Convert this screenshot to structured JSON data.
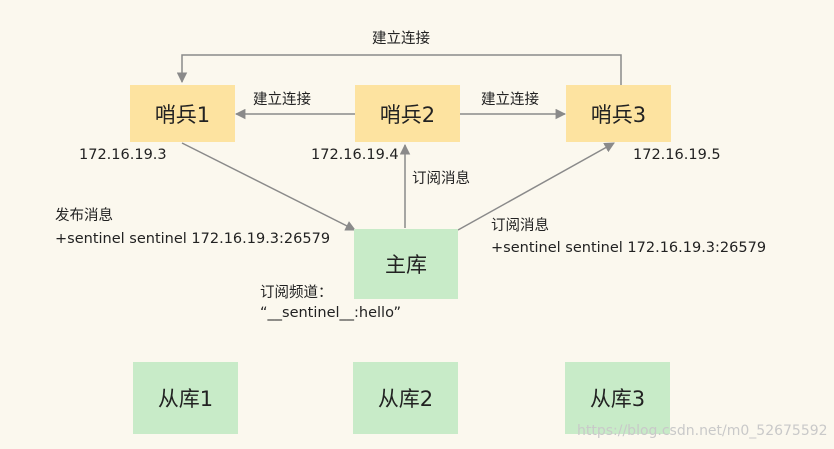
{
  "nodes": {
    "sentinel1": "哨兵1",
    "sentinel2": "哨兵2",
    "sentinel3": "哨兵3",
    "master": "主库",
    "replica1": "从库1",
    "replica2": "从库2",
    "replica3": "从库3"
  },
  "ips": {
    "sentinel1": "172.16.19.3",
    "sentinel2": "172.16.19.4",
    "sentinel3": "172.16.19.5"
  },
  "labels": {
    "connect_top": "建立连接",
    "connect_left": "建立连接",
    "connect_right": "建立连接",
    "subscribe_center": "订阅消息",
    "publish_title": "发布消息",
    "publish_cmd": "+sentinel sentinel 172.16.19.3:26579",
    "subscribe_right_title": "订阅消息",
    "subscribe_right_cmd": "+sentinel sentinel 172.16.19.3:26579",
    "channel_title": "订阅频道：",
    "channel_name": "“__sentinel__:hello”"
  },
  "watermark": "https://blog.csdn.net/m0_52675592",
  "colors": {
    "background": "#fbf8ee",
    "sentinel": "#fde3a0",
    "database": "#c8ebc8",
    "line": "#8a8a8a"
  }
}
